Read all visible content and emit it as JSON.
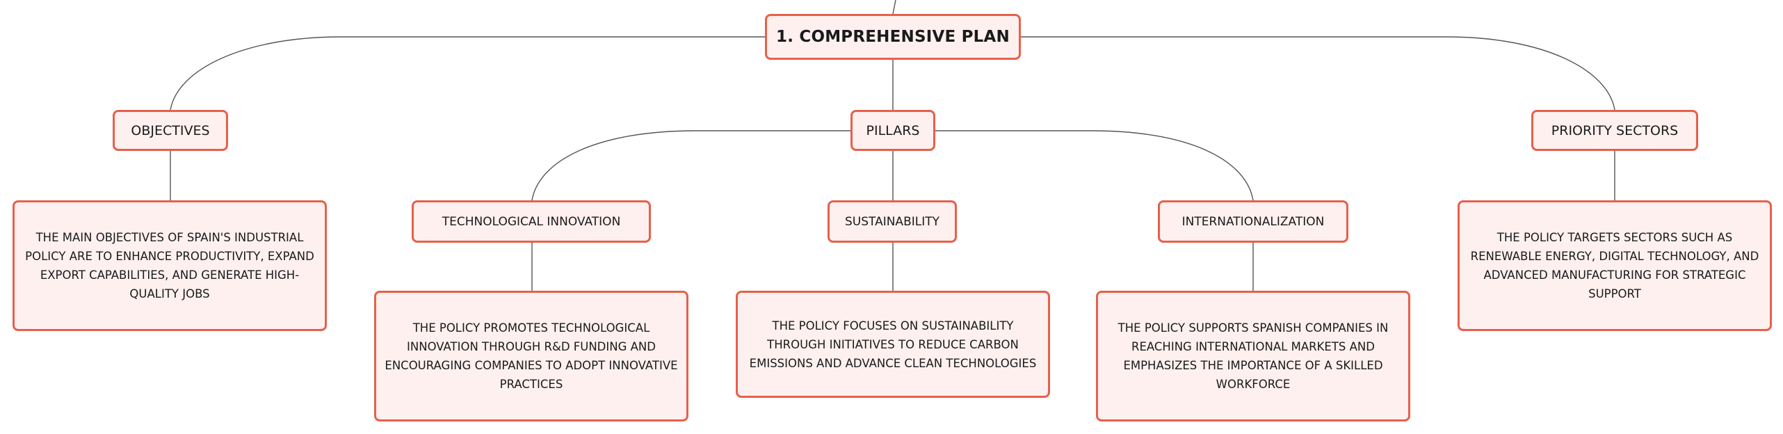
{
  "root": {
    "label": "1. COMPREHENSIVE PLAN"
  },
  "branches": {
    "objectives": {
      "label": "OBJECTIVES",
      "detail": "THE MAIN OBJECTIVES OF SPAIN'S INDUSTRIAL POLICY ARE TO ENHANCE PRODUCTIVITY, EXPAND EXPORT CAPABILITIES, AND GENERATE HIGH-QUALITY JOBS"
    },
    "pillars": {
      "label": "PILLARS",
      "children": {
        "tech": {
          "label": "TECHNOLOGICAL INNOVATION",
          "detail": "THE POLICY PROMOTES TECHNOLOGICAL INNOVATION THROUGH R&D FUNDING AND ENCOURAGING COMPANIES TO ADOPT INNOVATIVE PRACTICES"
        },
        "sustainability": {
          "label": "SUSTAINABILITY",
          "detail": "THE POLICY FOCUSES ON SUSTAINABILITY THROUGH INITIATIVES TO REDUCE CARBON EMISSIONS AND ADVANCE CLEAN TECHNOLOGIES"
        },
        "international": {
          "label": "INTERNATIONALIZATION",
          "detail": "THE POLICY SUPPORTS SPANISH COMPANIES IN REACHING INTERNATIONAL MARKETS AND EMPHASIZES THE IMPORTANCE OF A SKILLED WORKFORCE"
        }
      }
    },
    "priority": {
      "label": "PRIORITY SECTORS",
      "detail": "THE POLICY TARGETS SECTORS SUCH AS RENEWABLE ENERGY, DIGITAL TECHNOLOGY, AND ADVANCED MANUFACTURING FOR STRATEGIC SUPPORT"
    }
  },
  "colors": {
    "border": "#e6604b",
    "fill": "#fdf0ee",
    "connector": "#555555"
  }
}
